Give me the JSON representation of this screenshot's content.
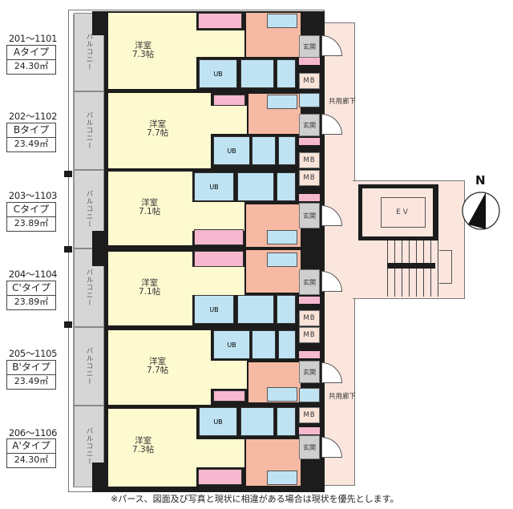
{
  "units": [
    {
      "range": "201～1101",
      "type": "Aタイプ",
      "area": "24.30㎡",
      "room_name": "洋室",
      "room_size": "7.3帖"
    },
    {
      "range": "202～1102",
      "type": "Bタイプ",
      "area": "23.49㎡",
      "room_name": "洋室",
      "room_size": "7.7帖"
    },
    {
      "range": "203～1103",
      "type": "Cタイプ",
      "area": "23.89㎡",
      "room_name": "洋室",
      "room_size": "7.1帖"
    },
    {
      "range": "204～1104",
      "type": "C'タイプ",
      "area": "23.89㎡",
      "room_name": "洋室",
      "room_size": "7.1帖"
    },
    {
      "range": "205～1105",
      "type": "B'タイプ",
      "area": "23.49㎡",
      "room_name": "洋室",
      "room_size": "7.7帖"
    },
    {
      "range": "206～1106",
      "type": "A'タイプ",
      "area": "24.30㎡",
      "room_name": "洋室",
      "room_size": "7.3帖"
    }
  ],
  "labels": {
    "balcony": "バルコニー",
    "unit_bath": "UB",
    "entrance": "玄関",
    "meter_box": "MB",
    "common_corridor": "共用廊下",
    "elevator": "EV",
    "north": "N"
  },
  "note": "※パース、図面及び写真と現状に相違がある場合は現状を優先とします。",
  "colors": {
    "room": "#fefad0",
    "bath": "#bfe3f2",
    "kitchen": "#f6b9a3",
    "closet": "#f5b8cf",
    "corridor": "#fbe6de",
    "balcony": "#d6d6d6",
    "wall": "#1c1c1c"
  }
}
